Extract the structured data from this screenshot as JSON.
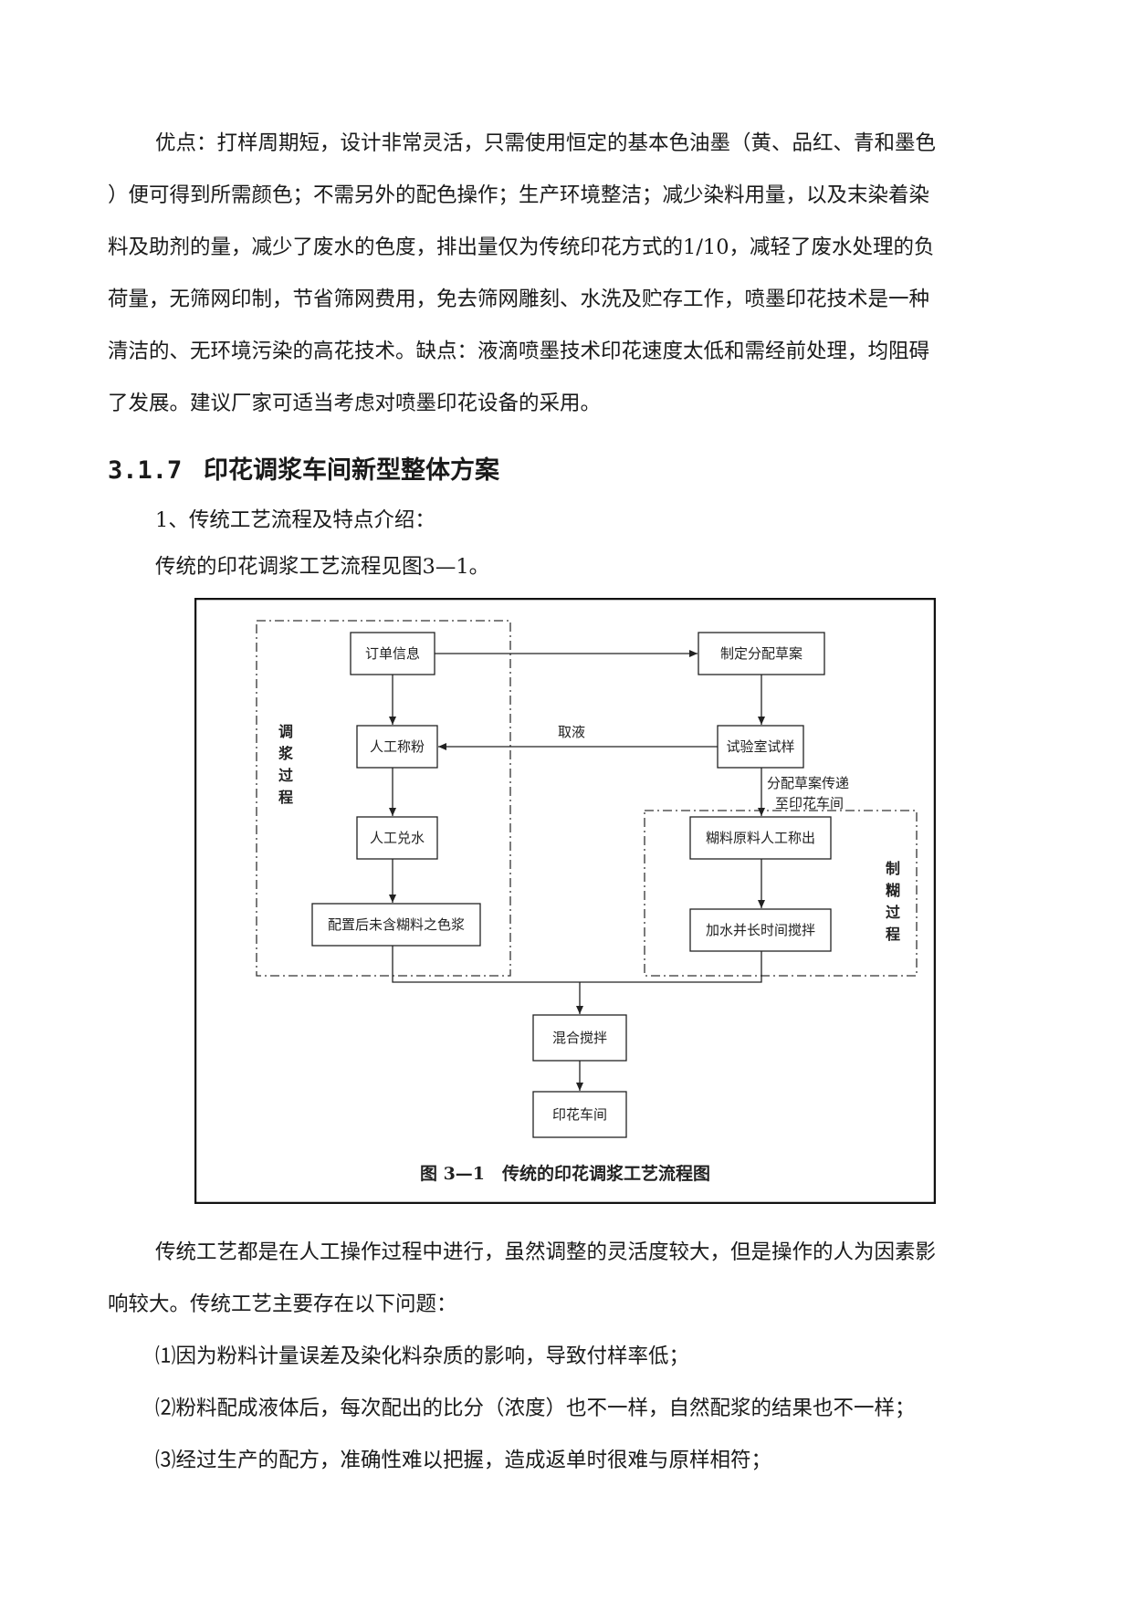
{
  "paragraph1": {
    "lines": [
      "优点：打样周期短，设计非常灵活，只需使用恒定的基本色油墨（黄、品红、青和墨色",
      "）便可得到所需颜色；不需另外的配色操作；生产环境整洁；减少染料用量，以及末染着染",
      "料及助剂的量，减少了废水的色度，排出量仅为传统印花方式的1/10，减轻了废水处理的负",
      "荷量，无筛网印制，节省筛网费用，免去筛网雕刻、水洗及贮存工作，喷墨印花技术是一种",
      "清洁的、无环境污染的高花技术。缺点：液滴喷墨技术印花速度太低和需经前处理，均阻碍",
      "了发展。建议厂家可适当考虑对喷墨印花设备的采用。"
    ]
  },
  "section": {
    "number": "3.1.7",
    "title": "印花调浆车间新型整体方案"
  },
  "subheading": "1、传统工艺流程及特点介绍：",
  "intro": "传统的印花调浆工艺流程见图3—1。",
  "figure": {
    "caption": "图 3—1　传统的印花调浆工艺流程图",
    "nodes": {
      "order_info": "订单信息",
      "draft_plan": "制定分配草案",
      "manual_weigh": "人工称粉",
      "lab_sample": "试验室试样",
      "manual_water": "人工兑水",
      "paste_weigh": "糊料原料人工称出",
      "color_paste": "配置后未含糊料之色浆",
      "water_stir": "加水并长时间搅拌",
      "mix": "混合搅拌",
      "print_workshop": "印花车间"
    },
    "labels": {
      "take_liquid": "取液",
      "transfer_line1": "分配草案传递",
      "transfer_line2": "至印花车间"
    },
    "groups": {
      "mixing": [
        "调",
        "浆",
        "过",
        "程"
      ],
      "paste": [
        "制",
        "糊",
        "过",
        "程"
      ]
    }
  },
  "paragraph2": {
    "lines": [
      "传统工艺都是在人工操作过程中进行，虽然调整的灵活度较大，但是操作的人为因素影",
      "响较大。传统工艺主要存在以下问题："
    ]
  },
  "problems": [
    "⑴因为粉料计量误差及染化料杂质的影响，导致付样率低；",
    "⑵粉料配成液体后，每次配出的比分（浓度）也不一样，自然配浆的结果也不一样；",
    "⑶经过生产的配方，准确性难以把握，造成返单时很难与原样相符；"
  ]
}
